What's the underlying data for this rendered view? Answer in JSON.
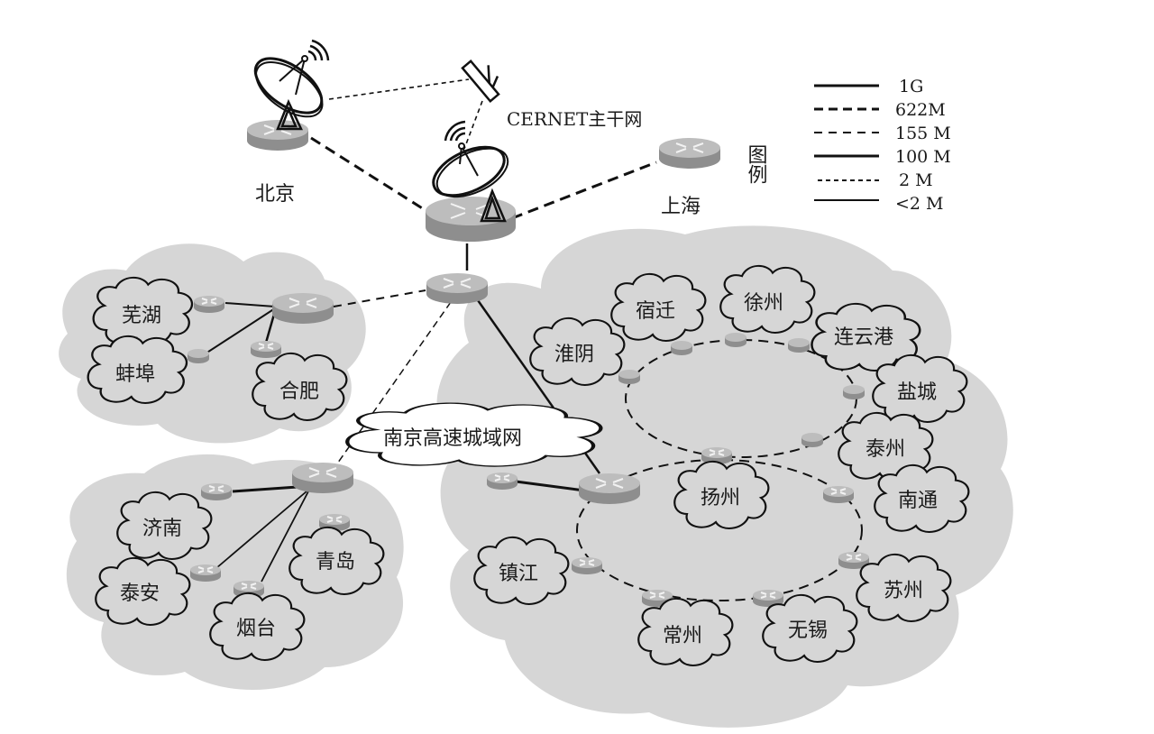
{
  "diagram": {
    "backbone_title": "CERNET主干网",
    "backbone_nodes": [
      {
        "id": "beijing",
        "label": "北京"
      },
      {
        "id": "shanghai",
        "label": "上海"
      },
      {
        "id": "nanjing-core",
        "label": ""
      }
    ],
    "metro_network_label": "南京高速城域网",
    "legend": {
      "title": "图例",
      "items": [
        {
          "label": "1G",
          "style": "solid-thick"
        },
        {
          "label": "622M",
          "style": "dash-long-thick"
        },
        {
          "label": "155 M",
          "style": "dash-medium"
        },
        {
          "label": "100 M",
          "style": "solid-thick"
        },
        {
          "label": "2 M",
          "style": "dash-short"
        },
        {
          "label": "<2 M",
          "style": "solid-thin"
        }
      ]
    },
    "regions": [
      {
        "id": "anhui",
        "cities": [
          "芜湖",
          "蚌埠",
          "合肥"
        ]
      },
      {
        "id": "shandong",
        "cities": [
          "济南",
          "泰安",
          "烟台",
          "青岛"
        ]
      },
      {
        "id": "jiangsu",
        "north_ring_cities": [
          "宿迁",
          "徐州",
          "连云港",
          "淮阴",
          "盐城",
          "泰州"
        ],
        "south_ring_cities": [
          "扬州",
          "南通",
          "镇江",
          "苏州",
          "常州",
          "无锡"
        ]
      }
    ],
    "colors": {
      "region_fill": "#d6d6d6",
      "router_top": "#bdbdbd",
      "router_side": "#8e8e8e",
      "line": "#111111"
    }
  }
}
